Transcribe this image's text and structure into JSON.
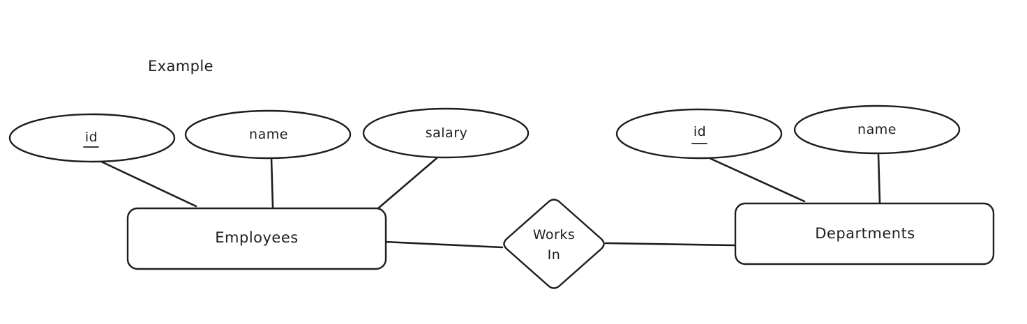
{
  "diagram": {
    "title": "Example",
    "entities": [
      {
        "name": "Employees",
        "attributes": [
          {
            "name": "id",
            "key": true
          },
          {
            "name": "name",
            "key": false
          },
          {
            "name": "salary",
            "key": false
          }
        ]
      },
      {
        "name": "Departments",
        "attributes": [
          {
            "name": "id",
            "key": true
          },
          {
            "name": "name",
            "key": false
          }
        ]
      }
    ],
    "relationship": {
      "line1": "Works",
      "line2": "In"
    }
  },
  "colors": {
    "stroke": "#1e1e1e",
    "background": "#ffffff"
  }
}
